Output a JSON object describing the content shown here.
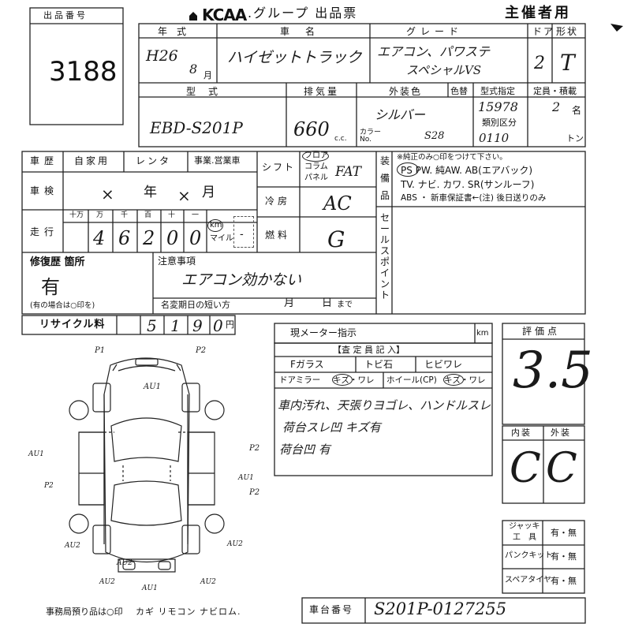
{
  "header": {
    "lot_box_label": "出品番号",
    "lot_number": "3188",
    "brand": "KCAA",
    "group_title": ".グループ 出品票",
    "organizer": "主催者用"
  },
  "vehicle": {
    "year_label": "年式",
    "year_era": "H26",
    "month": "8",
    "month_unit": "月",
    "name_label": "車名",
    "name": "ハイゼットトラック",
    "grade_label": "グレード",
    "grade_line1": "エアコン、パワステ",
    "grade_line2": "スペシャルVS",
    "doors_label": "ドア",
    "doors": "2",
    "shape_label": "形状",
    "shape": "T",
    "model_label": "型式",
    "model": "EBD-S201P",
    "displacement_label": "排気量",
    "displacement": "660",
    "displacement_unit": "c.c.",
    "exterior_color_label": "外装色",
    "color_no_label": "色替",
    "exterior_color": "シルバー",
    "color_code_label": "カラーNo.",
    "color_code": "S28",
    "type_designation_label": "型式指定",
    "type_designation": "15978",
    "class_label": "類別区分",
    "class_value": "0110",
    "capacity_label": "定員・積載",
    "capacity_persons": "2",
    "capacity_persons_unit": "名",
    "capacity_tons_unit": "トン"
  },
  "usage": {
    "history_label": "車歴",
    "private_label": "自家用",
    "rental_label": "レンタ",
    "business_label": "事業.営業車",
    "inspection_label": "車検",
    "inspection_year_mark": "×",
    "inspection_year_unit": "年",
    "inspection_month_mark": "×",
    "inspection_month_unit": "月",
    "mileage_label": "走行",
    "digit_labels": [
      "十万",
      "万",
      "千",
      "百",
      "十",
      "一"
    ],
    "mileage_digits": [
      "",
      "4",
      "6",
      "2",
      "0",
      "0"
    ],
    "km_label": "km",
    "mile_label": "マイル"
  },
  "specs": {
    "shift_label": "シフト",
    "shift_options": [
      "フロア",
      "コラム",
      "パネル"
    ],
    "shift_value": "FAT",
    "cooling_label": "冷房",
    "cooling_value": "AC",
    "fuel_label": "燃料",
    "fuel_value": "G"
  },
  "equipment": {
    "label_chars": [
      "装",
      "備",
      "品"
    ],
    "note": "※純正のみ○印をつけて下さい。",
    "line1": "PS PW. 純AW. AB(エアバック)",
    "line2": "TV. ナビ. カワ. SR(サンルーフ)",
    "line3": "ABS ・ 新車保証書←(注) 後日送りのみ"
  },
  "sales_point": {
    "label_chars": [
      "セ",
      "ー",
      "ル",
      "ス",
      "ポ",
      "イ",
      "ン",
      "ト"
    ]
  },
  "repair": {
    "label": "修復歴 箇所",
    "value": "有",
    "note": "(有の場合は○印を)"
  },
  "notes": {
    "label": "注意事項",
    "value": "エアコン効かない",
    "deadline_label": "名変期日の短い方",
    "month_unit": "月",
    "day_unit": "日",
    "until": "まで"
  },
  "recycle": {
    "label": "リサイクル料",
    "digits": [
      "",
      "5",
      "1",
      "9",
      "0"
    ],
    "yen": "円"
  },
  "inspector": {
    "meter_label": "現メーター指示",
    "meter_unit": "km",
    "inspector_title": "【査 定 員 記 入】",
    "f_glass": "Fガラス",
    "chips": "トビ石",
    "cracks": "ヒビワレ",
    "door_mirror": "ドアミラー",
    "mirror_status": "キズ・ワレ",
    "wheel": "ホイール(CP)",
    "wheel_status": "キズ・ワレ",
    "comment_line1": "車内汚れ、天張りヨゴレ、ハンドルスレ",
    "comment_line2": "荷台スレ凹 キズ有",
    "comment_line3": "荷台凹 有"
  },
  "rating": {
    "label": "評価点",
    "score": "3.5",
    "interior_label": "内装",
    "exterior_label": "外装",
    "interior_grade": "C",
    "exterior_grade": "C"
  },
  "tools": {
    "jack_label_line1": "ジャッキ",
    "jack_label_line2": "工具",
    "puncture_kit_label": "パンクキット",
    "spare_tire_label": "スペアタイヤ",
    "options": "有・無"
  },
  "footer": {
    "office_note": "事務局預り品は○印",
    "items": "カギ リモコン ナビロム.",
    "chassis_label": "車台番号",
    "chassis_number": "S201P-0127255"
  },
  "diagram_marks": [
    "P1",
    "P2",
    "AU1",
    "AU1",
    "P2",
    "AU1",
    "P2",
    "P2",
    "AU2",
    "AU2",
    "AU2",
    "AU1",
    "AU2",
    "AU2"
  ]
}
